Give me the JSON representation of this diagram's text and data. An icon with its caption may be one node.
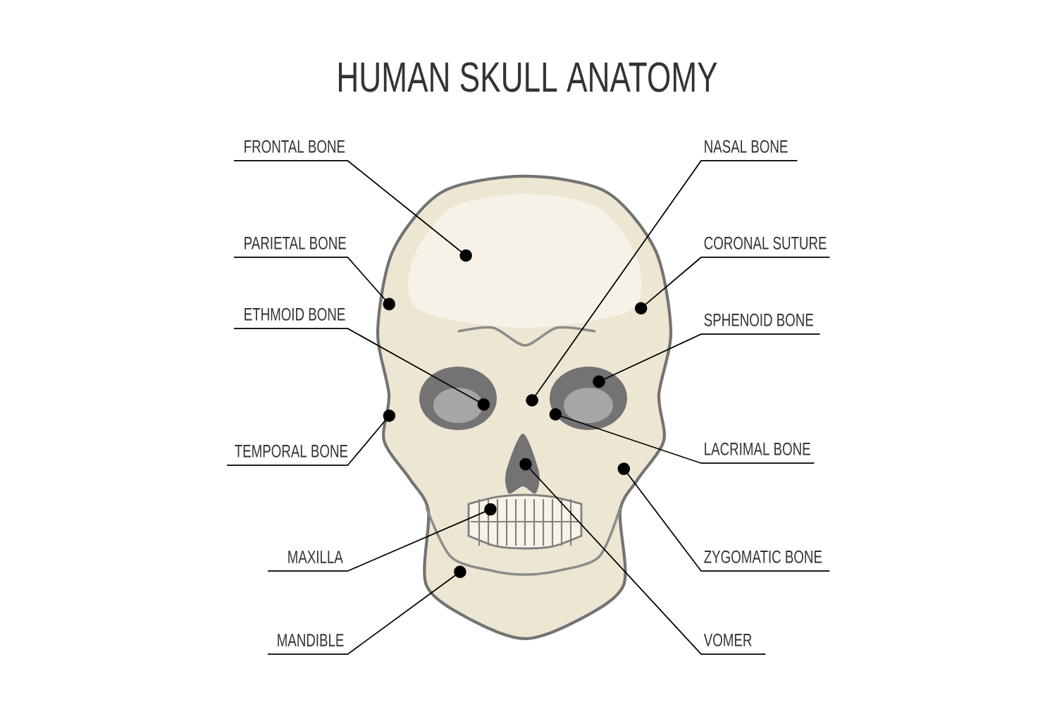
{
  "diagram": {
    "title": "HUMAN SKULL ANATOMY",
    "nodes": [
      {
        "text": [
          "FRONTAL BONE"
        ]
      },
      {
        "text": [
          "PARIETAL BONE"
        ]
      },
      {
        "text": [
          "ETHMOID BONE"
        ]
      },
      {
        "text": [
          "TEMPORAL BONE"
        ]
      },
      {
        "text": [
          "MAXILLA"
        ]
      },
      {
        "text": [
          "MANDIBLE"
        ]
      },
      {
        "text": [
          "NASAL BONE"
        ]
      },
      {
        "text": [
          "CORONAL SUTURE"
        ]
      },
      {
        "text": [
          "SPHENOID BONE"
        ]
      },
      {
        "text": [
          "LACRIMAL BONE"
        ]
      },
      {
        "text": [
          "ZYGOMATIC BONE"
        ]
      },
      {
        "text": [
          "VOMER"
        ]
      }
    ],
    "edges": [
      {
        "from": 0,
        "to": null,
        "arrow": "other"
      },
      {
        "from": 1,
        "to": null,
        "arrow": "other"
      },
      {
        "from": 2,
        "to": null,
        "arrow": "other"
      },
      {
        "from": 3,
        "to": null,
        "arrow": "other"
      },
      {
        "from": 4,
        "to": null,
        "arrow": "other"
      },
      {
        "from": 5,
        "to": null,
        "arrow": "other"
      },
      {
        "from": 6,
        "to": null,
        "arrow": "other"
      },
      {
        "from": 7,
        "to": null,
        "arrow": "other"
      },
      {
        "from": 8,
        "to": null,
        "arrow": "other"
      },
      {
        "from": 9,
        "to": null,
        "arrow": "other"
      },
      {
        "from": 10,
        "to": null,
        "arrow": "other"
      },
      {
        "from": 11,
        "to": null,
        "arrow": "other"
      }
    ]
  }
}
